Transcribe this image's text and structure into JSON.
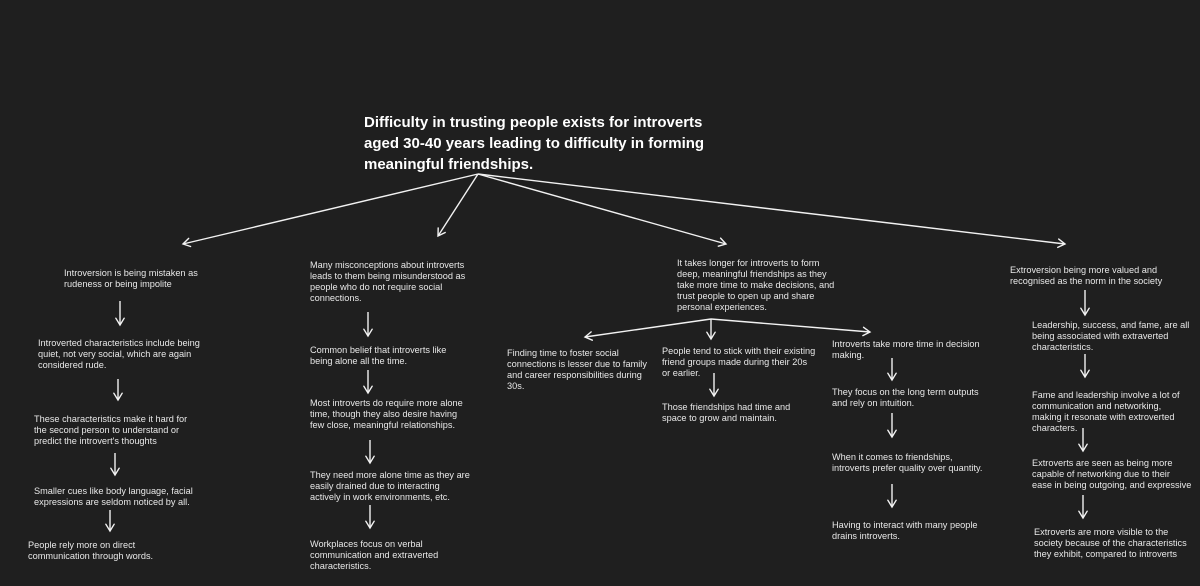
{
  "root": "Difficulty in trusting people exists for introverts aged 30-40 years leading to difficulty in forming meaningful friendships.",
  "branch_1": {
    "head": "Introversion is being mistaken as rudeness or being impolite",
    "steps": [
      "Introverted characteristics include being quiet, not very social, which are again considered rude.",
      "These characteristics make it hard for the second person to understand or predict the introvert's thoughts",
      "Smaller cues like body language, facial expressions are seldom noticed by all.",
      "People rely more on direct communication through words."
    ]
  },
  "branch_2": {
    "head": "Many misconceptions about introverts leads to them being misunderstood as people who do not require social connections.",
    "steps": [
      "Common belief that introverts like being alone all the time.",
      "Most introverts do require more alone time, though they also desire having few close, meaningful relationships.",
      "They need more alone time as they are easily drained due to interacting actively in work environments, etc.",
      "Workplaces focus on verbal communication and extraverted characteristics."
    ]
  },
  "branch_3": {
    "head": "It takes longer for introverts to form deep, meaningful friendships as they take more time to make decisions, and trust people to open up and share personal experiences.",
    "sub_a": {
      "text": "Finding time to foster social connections is lesser due to family and career responsibilities during 30s."
    },
    "sub_b": {
      "text": "People tend to stick with their existing friend groups made during their 20s or earlier.",
      "steps": [
        "Those friendships had time and space to grow and maintain."
      ]
    },
    "sub_c": {
      "text": "Introverts take more time in decision making.",
      "steps": [
        "They focus on the long term outputs and rely on intuition.",
        "When it comes to friendships, introverts prefer quality over quantity.",
        "Having to interact with many people drains introverts."
      ]
    }
  },
  "branch_4": {
    "head": "Extroversion being more valued and recognised as the norm in the society",
    "steps": [
      "Leadership, success, and fame, are all being associated with extraverted characteristics.",
      "Fame and leadership involve a lot of communication and networking, making it resonate with extroverted characters.",
      "Extroverts are seen as being more capable of networking due to their ease in being outgoing, and expressive",
      "Extroverts are more visible to the society because of the characteristics they exhibit, compared to introverts"
    ]
  }
}
